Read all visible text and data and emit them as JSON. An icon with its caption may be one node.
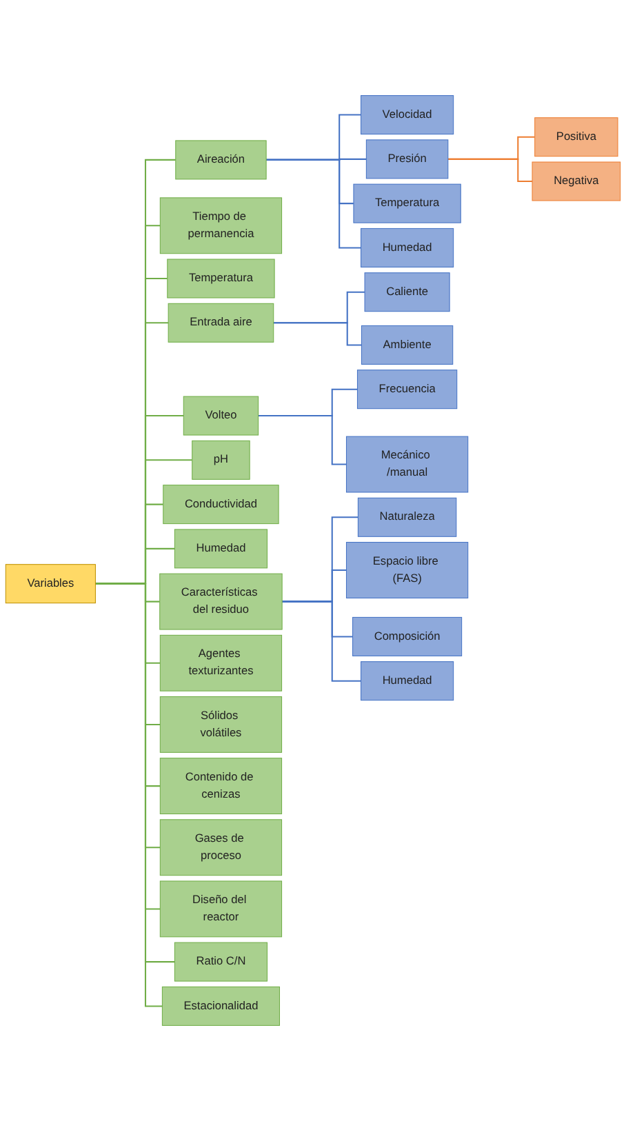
{
  "diagram": {
    "nodes": [
      {
        "text": [
          "Variables"
        ]
      },
      {
        "text": [
          "Aireación"
        ]
      },
      {
        "text": [
          "Velocidad"
        ]
      },
      {
        "text": [
          "Presión"
        ]
      },
      {
        "text": [
          "Positiva"
        ]
      },
      {
        "text": [
          "Negativa"
        ]
      },
      {
        "text": [
          "Temperatura"
        ]
      },
      {
        "text": [
          "Humedad"
        ]
      },
      {
        "text": [
          "Tiempo de permanencia"
        ]
      },
      {
        "text": [
          "Temperatura"
        ]
      },
      {
        "text": [
          "Entrada aire"
        ]
      },
      {
        "text": [
          "Caliente"
        ]
      },
      {
        "text": [
          "Ambiente"
        ]
      },
      {
        "text": [
          "Volteo"
        ]
      },
      {
        "text": [
          "Frecuencia"
        ]
      },
      {
        "text": [
          "Mecánico /manual"
        ]
      },
      {
        "text": [
          "pH"
        ]
      },
      {
        "text": [
          "Conductividad"
        ]
      },
      {
        "text": [
          "Humedad"
        ]
      },
      {
        "text": [
          "Características del residuo"
        ]
      },
      {
        "text": [
          "Naturaleza"
        ]
      },
      {
        "text": [
          "Espacio libre (FAS)"
        ]
      },
      {
        "text": [
          "Composición"
        ]
      },
      {
        "text": [
          "Humedad"
        ]
      },
      {
        "text": [
          "Agentes texturizantes"
        ]
      },
      {
        "text": [
          "Sólidos volátiles"
        ]
      },
      {
        "text": [
          "Contenido de cenizas"
        ]
      },
      {
        "text": [
          "Gases de proceso"
        ]
      },
      {
        "text": [
          "Diseño del reactor"
        ]
      },
      {
        "text": [
          "Ratio C/N"
        ]
      },
      {
        "text": [
          "Estacionalidad"
        ]
      }
    ],
    "edges": [
      {
        "from": 0,
        "to": 1,
        "arrow": "none"
      },
      {
        "from": 1,
        "to": 2,
        "arrow": "none",
        "color": "#4472c4"
      },
      {
        "from": 1,
        "to": 3,
        "arrow": "none",
        "color": "#4472c4"
      },
      {
        "from": 3,
        "to": 4,
        "arrow": "none",
        "color": "#ed7d31"
      },
      {
        "from": 3,
        "to": 5,
        "arrow": "none",
        "color": "#ed7d31"
      },
      {
        "from": 1,
        "to": 6,
        "arrow": "none",
        "color": "#4472c4"
      },
      {
        "from": 1,
        "to": 7,
        "arrow": "none",
        "color": "#4472c4"
      },
      {
        "from": 0,
        "to": 8,
        "arrow": "none"
      },
      {
        "from": 0,
        "to": 9,
        "arrow": "none"
      },
      {
        "from": 0,
        "to": 10,
        "arrow": "none"
      },
      {
        "from": 10,
        "to": 11,
        "arrow": "none",
        "color": "#4472c4"
      },
      {
        "from": 10,
        "to": 12,
        "arrow": "none",
        "color": "#4472c4"
      },
      {
        "from": 0,
        "to": 13,
        "arrow": "none"
      },
      {
        "from": 13,
        "to": 14,
        "arrow": "none",
        "color": "#4472c4"
      },
      {
        "from": 13,
        "to": 15,
        "arrow": "none",
        "color": "#4472c4"
      },
      {
        "from": 0,
        "to": 16,
        "arrow": "none"
      },
      {
        "from": 0,
        "to": 17,
        "arrow": "none"
      },
      {
        "from": 0,
        "to": 18,
        "arrow": "none"
      },
      {
        "from": 0,
        "to": 19,
        "arrow": "none"
      },
      {
        "from": 19,
        "to": 20,
        "arrow": "none",
        "color": "#4472c4"
      },
      {
        "from": 19,
        "to": 21,
        "arrow": "none",
        "color": "#4472c4"
      },
      {
        "from": 19,
        "to": 22,
        "arrow": "none",
        "color": "#4472c4"
      },
      {
        "from": 19,
        "to": 23,
        "arrow": "none",
        "color": "#4472c4"
      },
      {
        "from": 0,
        "to": 24,
        "arrow": "none"
      },
      {
        "from": 0,
        "to": 25,
        "arrow": "none"
      },
      {
        "from": 0,
        "to": 26,
        "arrow": "none"
      },
      {
        "from": 0,
        "to": 27,
        "arrow": "none"
      },
      {
        "from": 0,
        "to": 28,
        "arrow": "none"
      },
      {
        "from": 0,
        "to": 29,
        "arrow": "none"
      },
      {
        "from": 0,
        "to": 30,
        "arrow": "none"
      }
    ]
  }
}
